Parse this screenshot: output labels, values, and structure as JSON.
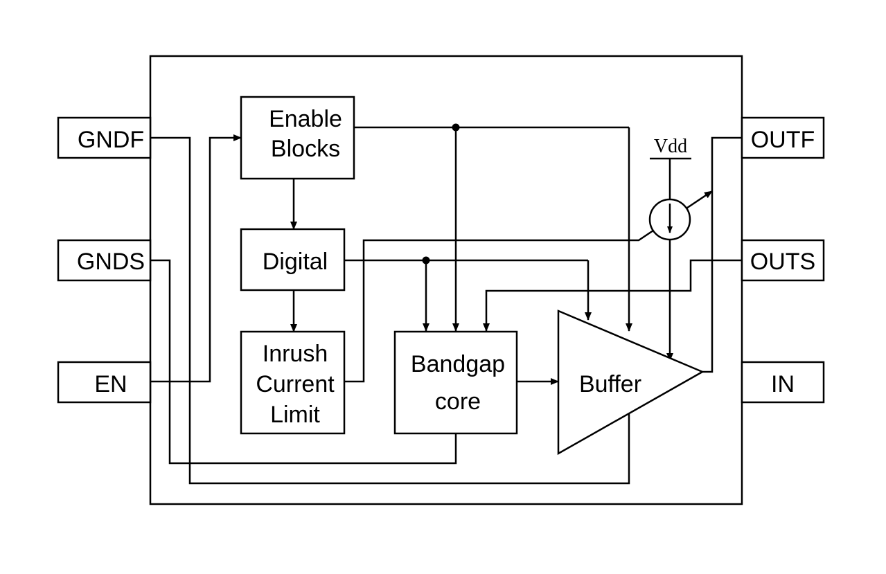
{
  "pins": {
    "gndf": "GNDF",
    "gnds": "GNDS",
    "en": "EN",
    "outf": "OUTF",
    "outs": "OUTS",
    "in": "IN"
  },
  "blocks": {
    "enable_line1": "Enable",
    "enable_line2": "Blocks",
    "digital": "Digital",
    "inrush_line1": "Inrush",
    "inrush_line2": "Current",
    "inrush_line3": "Limit",
    "bandgap_line1": "Bandgap",
    "bandgap_line2": "core",
    "buffer": "Buffer"
  },
  "supply": {
    "vdd": "Vdd"
  },
  "colors": {
    "stroke": "#000000",
    "background": "#ffffff"
  }
}
